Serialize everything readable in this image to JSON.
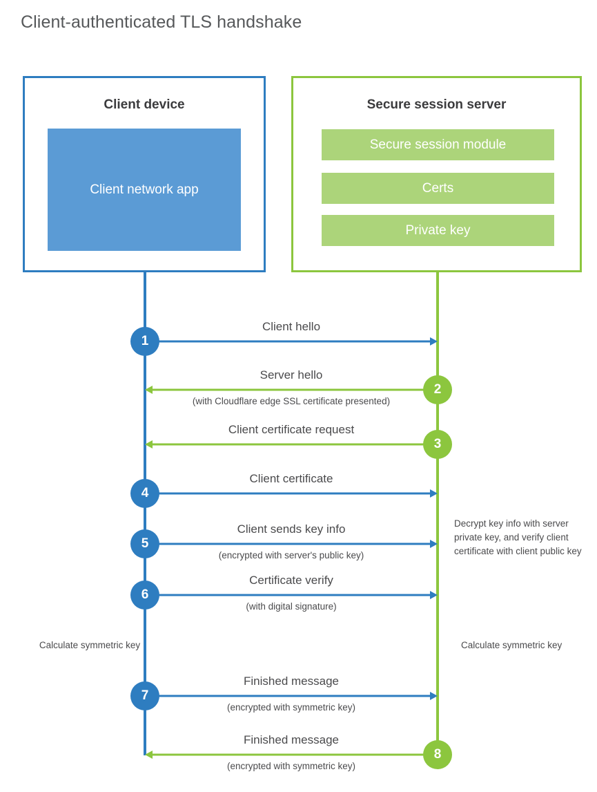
{
  "title": "Client-authenticated TLS handshake",
  "colors": {
    "client_blue": "#2e7dc0",
    "client_app_fill": "#5b9bd5",
    "server_green": "#8cc63e",
    "server_bar_fill": "#acd47a",
    "text_gray": "#4a4a4c",
    "title_gray": "#56585a",
    "background": "#ffffff"
  },
  "client": {
    "title": "Client device",
    "app_label": "Client network app"
  },
  "server": {
    "title": "Secure session server",
    "bars": [
      "Secure session module",
      "Certs",
      "Private key"
    ]
  },
  "steps": [
    {
      "number": "1",
      "side": "client",
      "direction": "right",
      "label": "Client hello",
      "sublabel": ""
    },
    {
      "number": "2",
      "side": "server",
      "direction": "left",
      "label": "Server hello",
      "sublabel": "(with Cloudflare edge SSL certificate presented)"
    },
    {
      "number": "3",
      "side": "server",
      "direction": "left",
      "label": "Client certificate request",
      "sublabel": ""
    },
    {
      "number": "4",
      "side": "client",
      "direction": "right",
      "label": "Client certificate",
      "sublabel": ""
    },
    {
      "number": "5",
      "side": "client",
      "direction": "right",
      "label": "Client sends key info",
      "sublabel": "(encrypted with server's public key)"
    },
    {
      "number": "6",
      "side": "client",
      "direction": "right",
      "label": "Certificate verify",
      "sublabel": "(with digital signature)"
    },
    {
      "number": "7",
      "side": "client",
      "direction": "right",
      "label": "Finished message",
      "sublabel": "(encrypted with symmetric key)"
    },
    {
      "number": "8",
      "side": "server",
      "direction": "left",
      "label": "Finished message",
      "sublabel": "(encrypted with symmetric key)"
    }
  ],
  "notes": {
    "decrypt": "Decrypt key info with server private key, and verify client certificate with client public key",
    "calculate_client": "Calculate symmetric key",
    "calculate_server": "Calculate symmetric key"
  }
}
